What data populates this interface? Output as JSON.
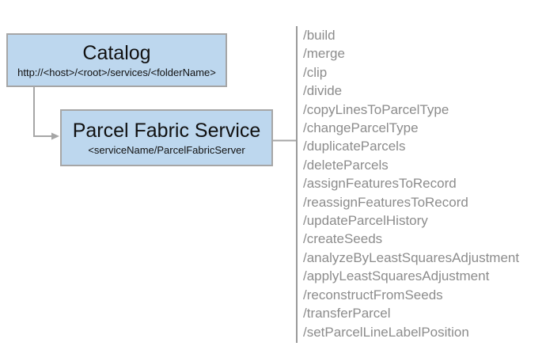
{
  "catalog": {
    "title": "Catalog",
    "subtitle": "http://<host>/<root>/services/<folderName>"
  },
  "service": {
    "title": "Parcel Fabric Service",
    "subtitle": "<serviceName/ParcelFabricServer"
  },
  "operations": [
    "/build",
    "/merge",
    "/clip",
    "/divide",
    "/copyLinesToParcelType",
    "/changeParcelType",
    "/duplicateParcels",
    "/deleteParcels",
    "/assignFeaturesToRecord",
    "/reassignFeaturesToRecord",
    "/updateParcelHistory",
    "/createSeeds",
    "/analyzeByLeastSquaresAdjustment",
    "/applyLeastSquaresAdjustment",
    "/reconstructFromSeeds",
    "/transferParcel",
    "/setParcelLineLabelPosition"
  ],
  "colors": {
    "box_fill": "#bdd7ee",
    "box_border": "#a6a6a6",
    "connector": "#a6a6a6",
    "separator": "#9a9a9a",
    "list_text": "#8c8c8c",
    "title_text": "#111111"
  }
}
